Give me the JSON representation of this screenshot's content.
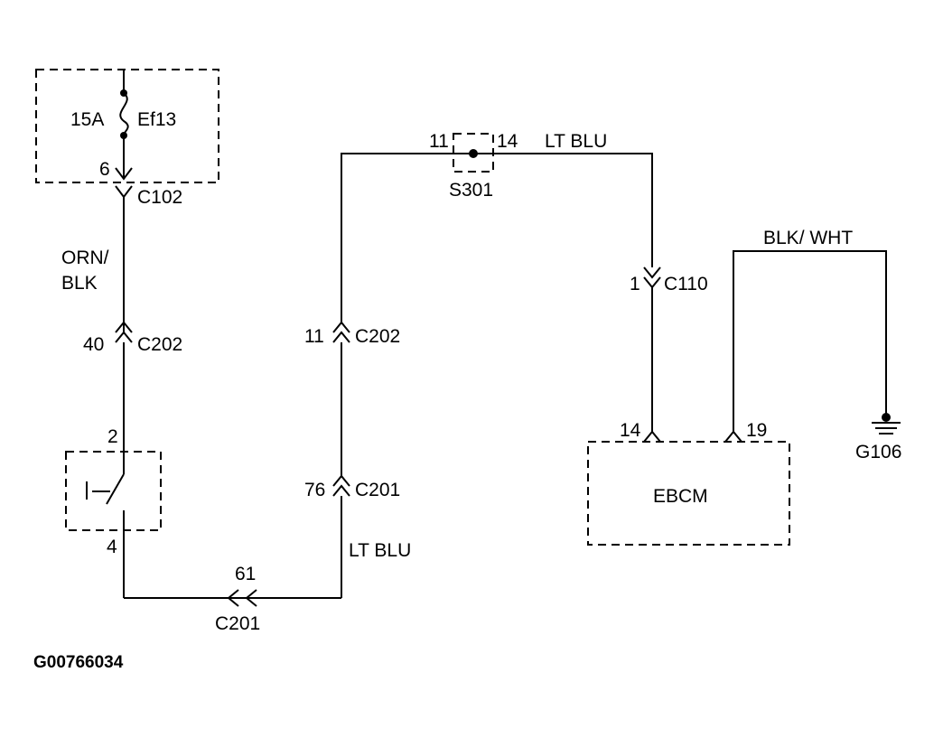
{
  "fuse": {
    "rating": "15A",
    "name": "Ef13",
    "pin": "6",
    "connector": "C102"
  },
  "wire_orn_blk": {
    "line1": "ORN/",
    "line2": "BLK"
  },
  "c202_left": {
    "pin": "40",
    "connector": "C202"
  },
  "switch": {
    "pin_top": "2",
    "pin_bottom": "4"
  },
  "c201_bottom": {
    "pin": "61",
    "connector": "C201"
  },
  "c201_right": {
    "pin": "76",
    "connector": "C201"
  },
  "wire_lt_blu_left": {
    "label": "LT BLU"
  },
  "c202_right": {
    "pin": "11",
    "connector": "C202"
  },
  "splice": {
    "pin_left": "11",
    "pin_right": "14",
    "name": "S301"
  },
  "wire_lt_blu_top": {
    "label": "LT BLU"
  },
  "c110": {
    "pin": "1",
    "connector": "C110"
  },
  "ebcm": {
    "label": "EBCM",
    "pin_left": "14",
    "pin_right": "19"
  },
  "wire_blk_wht": {
    "label": "BLK/ WHT"
  },
  "ground": {
    "name": "G106"
  },
  "figure_code": "G00766034"
}
